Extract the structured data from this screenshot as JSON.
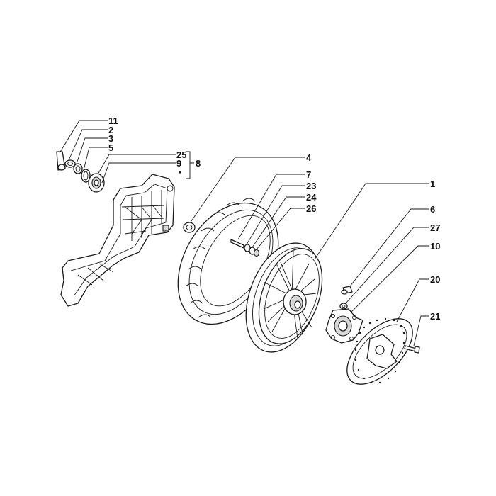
{
  "colors": {
    "line": "#1a1a1a",
    "background": "#ffffff",
    "shade": "#d9d9d9"
  },
  "callouts": {
    "c11": "11",
    "c2": "2",
    "c3": "3",
    "c5": "5",
    "c25": "25",
    "c9": "9",
    "c8": "8",
    "c4": "4",
    "c7": "7",
    "c23": "23",
    "c24": "24",
    "c26": "26",
    "c1": "1",
    "c6": "6",
    "c27": "27",
    "c10": "10",
    "c20": "20",
    "c21": "21"
  }
}
